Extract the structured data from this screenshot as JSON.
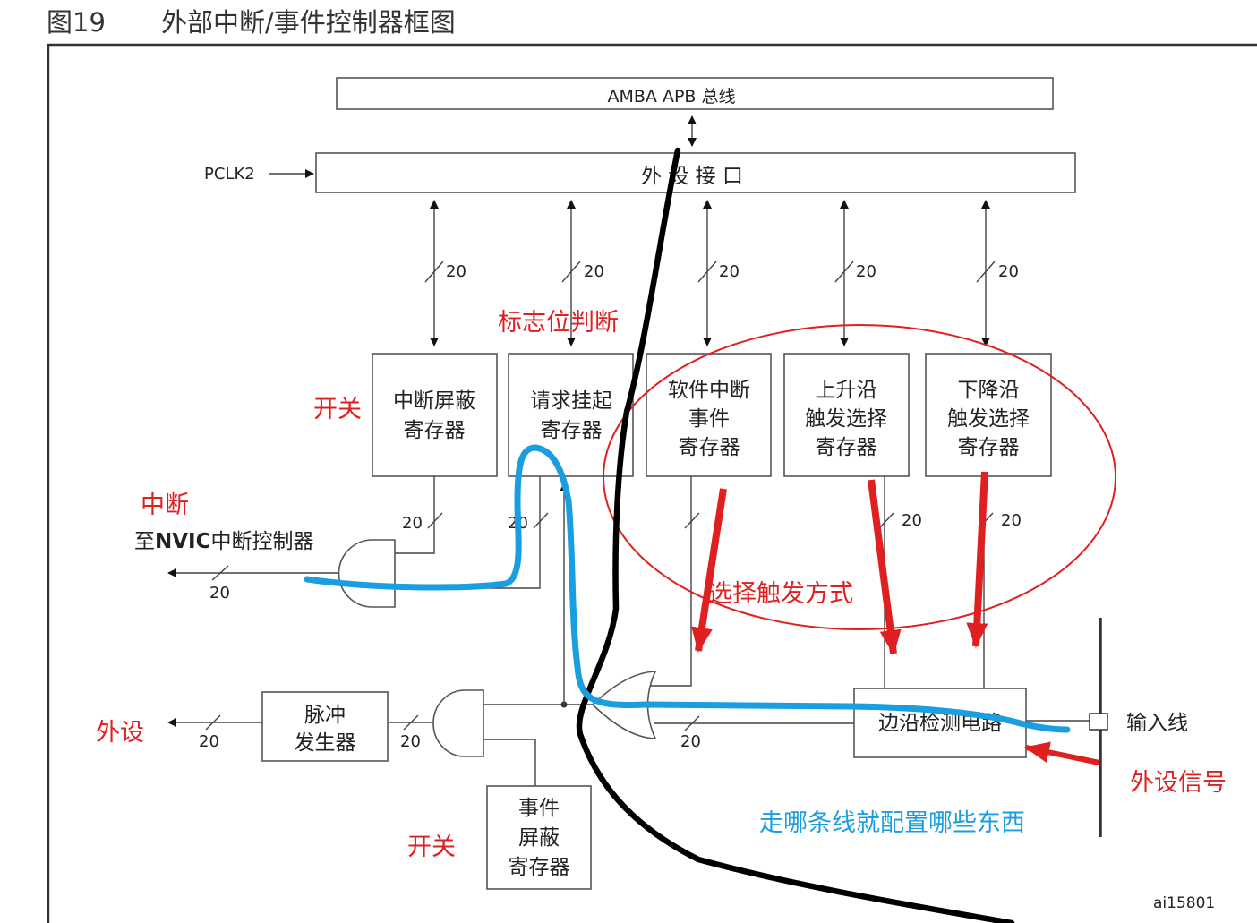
{
  "figure": {
    "number": "图19",
    "title": "外部中断/事件控制器框图",
    "ref_id": "ai15801"
  },
  "blocks": {
    "bus": "AMBA APB 总线",
    "peripheral_interface": "外 设 接 口",
    "pclk": "PCLK2",
    "irq_mask": [
      "中断屏蔽",
      "寄存器"
    ],
    "pending": [
      "请求挂起",
      "寄存器"
    ],
    "swier": [
      "软件中断",
      "事件",
      "寄存器"
    ],
    "rising": [
      "上升沿",
      "触发选择",
      "寄存器"
    ],
    "falling": [
      "下降沿",
      "触发选择",
      "寄存器"
    ],
    "edge_detect": "边沿检测电路",
    "pulse_gen": [
      "脉冲",
      "发生器"
    ],
    "event_mask": [
      "事件",
      "屏蔽",
      "寄存器"
    ],
    "input_line": "输入线",
    "nvic_prefix": "至",
    "nvic_bold": "NVIC",
    "nvic_suffix": "中断控制器",
    "bus_width": "20"
  },
  "annotations": {
    "flag_check": "标志位判断",
    "switch_1": "开关",
    "interrupt": "中断",
    "select_trigger": "选择触发方式",
    "peripheral": "外设",
    "switch_2": "开关",
    "peripheral_signal": "外设信号",
    "route_note": "走哪条线就配置哪些东西"
  },
  "colors": {
    "annotation_red": "#e02020",
    "annotation_blue": "#1a9ee0",
    "path_black": "#000000"
  }
}
